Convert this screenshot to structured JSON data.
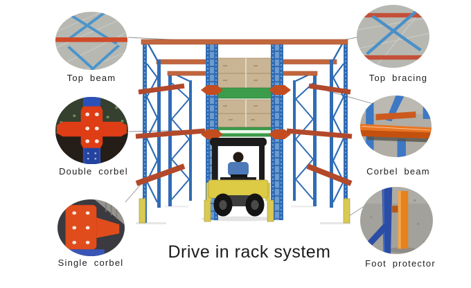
{
  "page": {
    "background_color": "#ffffff",
    "title": "Drive in rack system"
  },
  "callouts": {
    "left": [
      {
        "id": "top-beam",
        "label": "Top beam",
        "photo": "ceiling view with blue bracing crossed by orange top beam"
      },
      {
        "id": "double-corbel",
        "label": "Double corbel",
        "photo": "orange cross-shaped double corbel bolted on blue upright"
      },
      {
        "id": "single-corbel",
        "label": "Single corbel",
        "photo": "orange single corbel arm with bolt holes"
      }
    ],
    "right": [
      {
        "id": "top-bracing",
        "label": "Top bracing",
        "photo": "ceiling view with blue X bracing between orange beams"
      },
      {
        "id": "corbel-beam",
        "label": "Corbel beam",
        "photo": "orange corbel beam mounted on blue uprights"
      },
      {
        "id": "foot-protector",
        "label": "Foot protector",
        "photo": "orange foot protector beside blue upright base"
      }
    ]
  },
  "illustration": {
    "name": "drive-in-rack-with-forklift",
    "caption_elements": [
      "blue upright frames",
      "orange top beams",
      "corbel beams",
      "cardboard pallet loads",
      "green pallet rails",
      "yellow forklift with driver",
      "yellow foot protectors"
    ]
  },
  "colors": {
    "upright_blue": "#2f6cb5",
    "beam_orange": "#c2663e",
    "corbel_red": "#b2492b",
    "corbel_bright": "#c44d20",
    "pallet_green": "#3c9c4a",
    "box_tan": "#c9b593",
    "forklift_yellow": "#ddca45",
    "foot_protector_yellow": "#d9ca52",
    "leader_line_grey": "#8f8f8f",
    "text": "#1c1c1c"
  }
}
